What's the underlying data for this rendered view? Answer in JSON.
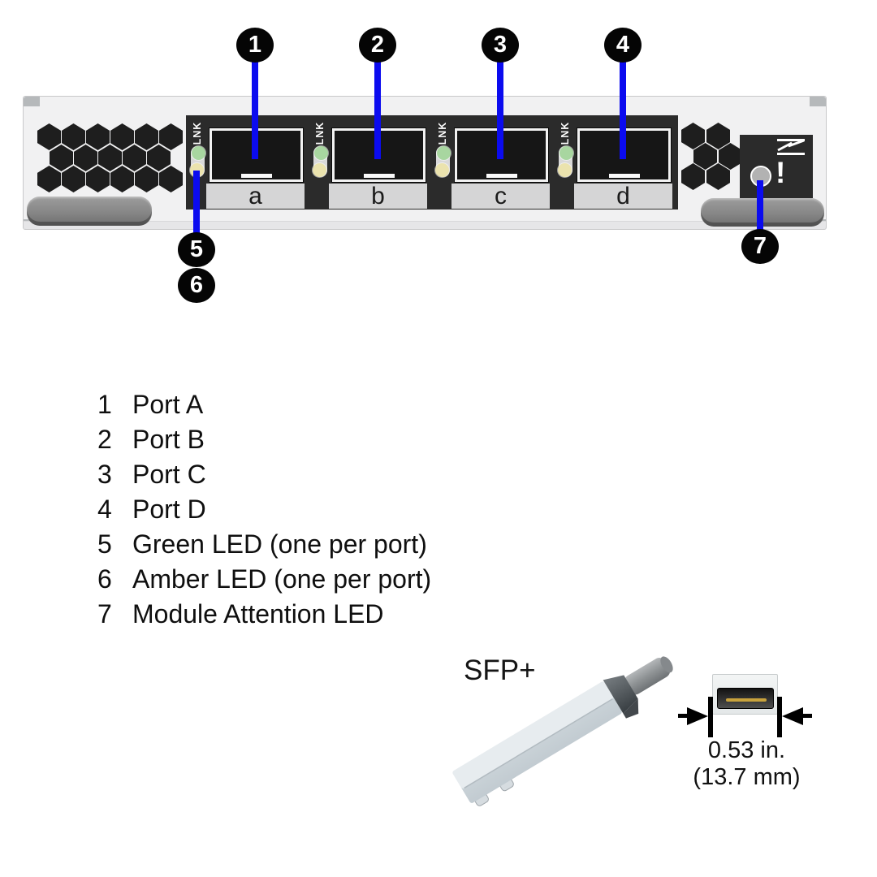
{
  "callouts": [
    "1",
    "2",
    "3",
    "4",
    "5",
    "6",
    "7"
  ],
  "module": {
    "ports": [
      {
        "letter": "a",
        "lnk": "LNK"
      },
      {
        "letter": "b",
        "lnk": "LNK"
      },
      {
        "letter": "c",
        "lnk": "LNK"
      },
      {
        "letter": "d",
        "lnk": "LNK"
      }
    ],
    "attention_mark": "!"
  },
  "legend": {
    "items": [
      {
        "num": "1",
        "label": "Port A"
      },
      {
        "num": "2",
        "label": "Port B"
      },
      {
        "num": "3",
        "label": "Port C"
      },
      {
        "num": "4",
        "label": "Port D"
      },
      {
        "num": "5",
        "label": "Green LED (one per port)"
      },
      {
        "num": "6",
        "label": "Amber LED (one per port)"
      },
      {
        "num": "7",
        "label": "Module Attention LED"
      }
    ]
  },
  "sfp": {
    "label": "SFP+",
    "dimension_in": "0.53 in.",
    "dimension_mm": "(13.7 mm)"
  },
  "colors": {
    "callout_blue": "#0b0bef",
    "led_green": "#a8d6a0",
    "led_amber": "#ebe3ae",
    "connector_gold": "#c8a23c",
    "panel_dark": "#2b2b2b",
    "faceplate_gray": "#f1f1f2"
  }
}
